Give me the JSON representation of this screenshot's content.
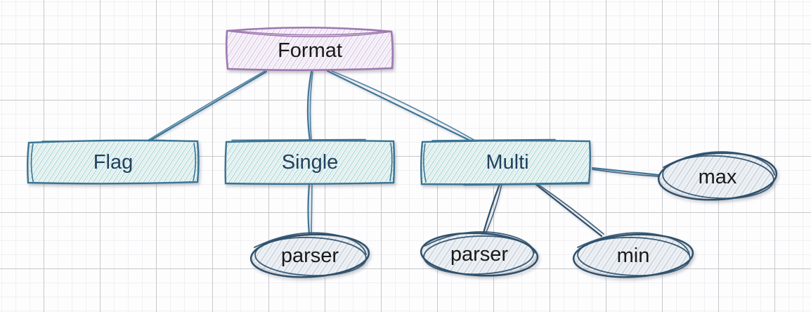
{
  "palette": {
    "canvas_bg": "#fdfdfe",
    "grid_minor": "#f0f0f3",
    "grid_major": "#c8c8cc",
    "edge_blue": "#3d7698",
    "edge_navy": "#2c4e6b",
    "purple_border": "#9e78b0",
    "purple_hatch": "#d9c6e3",
    "purple_fill": "#f8f5fa",
    "teal_border": "#3b7494",
    "teal_hatch": "#a6dad5",
    "teal_fill": "#f2f5f6",
    "ellipse_border": "#2e506b",
    "ellipse_hatch": "#c2cedb",
    "ellipse_fill": "#eef1f4",
    "text_dark": "#191919",
    "text_navy": "#21415f"
  },
  "diagram": {
    "style": "hand-drawn sketch on graph paper",
    "nodes": [
      {
        "id": "format",
        "label": "Format",
        "shape": "rectangle",
        "level": "root"
      },
      {
        "id": "flag",
        "label": "Flag",
        "shape": "rectangle",
        "level": "child"
      },
      {
        "id": "single",
        "label": "Single",
        "shape": "rectangle",
        "level": "child"
      },
      {
        "id": "multi",
        "label": "Multi",
        "shape": "rectangle",
        "level": "child"
      },
      {
        "id": "single-parser",
        "label": "parser",
        "shape": "ellipse",
        "level": "leaf"
      },
      {
        "id": "multi-parser",
        "label": "parser",
        "shape": "ellipse",
        "level": "leaf"
      },
      {
        "id": "min",
        "label": "min",
        "shape": "ellipse",
        "level": "leaf"
      },
      {
        "id": "max",
        "label": "max",
        "shape": "ellipse",
        "level": "leaf"
      }
    ],
    "edges": [
      {
        "from": "format",
        "to": "flag"
      },
      {
        "from": "format",
        "to": "single"
      },
      {
        "from": "format",
        "to": "multi"
      },
      {
        "from": "single",
        "to": "single-parser"
      },
      {
        "from": "multi",
        "to": "multi-parser"
      },
      {
        "from": "multi",
        "to": "min"
      },
      {
        "from": "multi",
        "to": "max"
      }
    ]
  }
}
